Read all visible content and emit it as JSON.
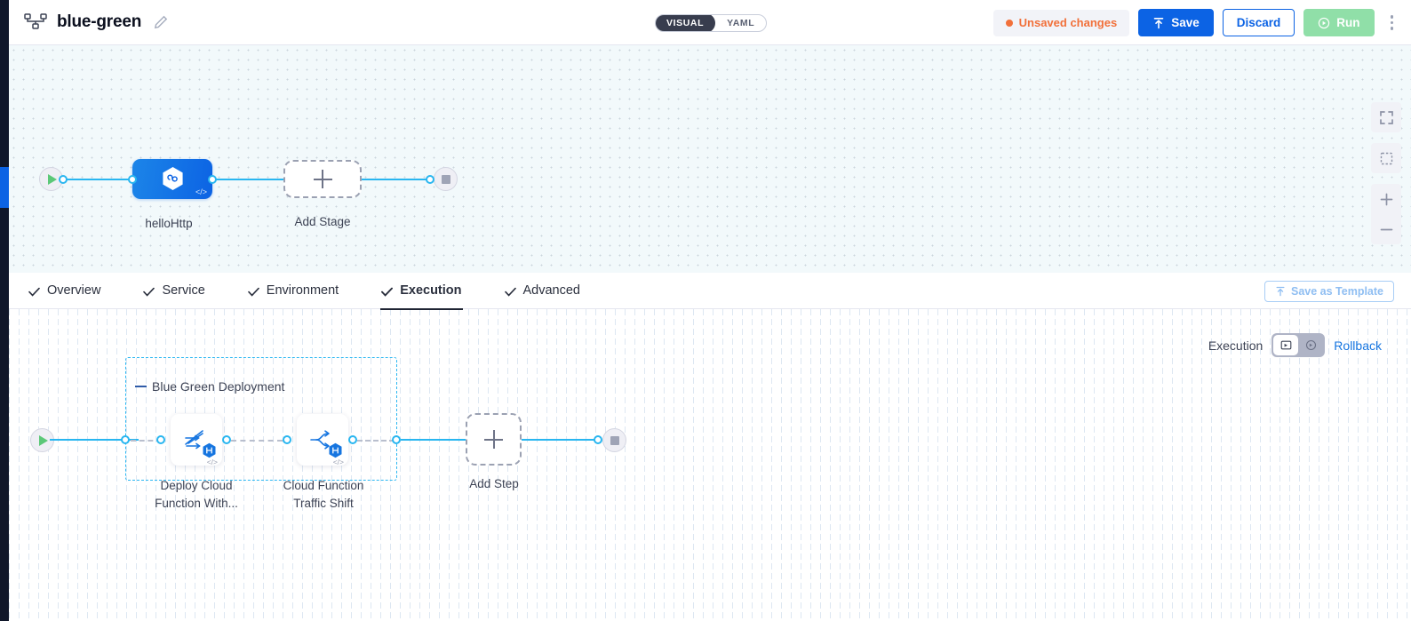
{
  "header": {
    "pipeline_icon": "pipeline-nodes-icon",
    "title": "blue-green",
    "edit_icon": "pencil-icon",
    "mode_toggle": {
      "options": [
        "VISUAL",
        "YAML"
      ],
      "selected": "VISUAL"
    },
    "unsaved_label": "Unsaved changes",
    "unsaved_color": "#F2703A",
    "save_label": "Save",
    "discard_label": "Discard",
    "run_label": "Run",
    "more_icon": "kebab-menu-icon"
  },
  "top_canvas": {
    "start_node": "start-node",
    "end_node": "end-node",
    "stage": {
      "label": "helloHttp",
      "icon": "hexagon-infinity-icon",
      "code_mark": "</>"
    },
    "add_stage": {
      "label": "Add Stage",
      "icon": "plus-icon"
    },
    "controls": [
      {
        "name": "fullscreen-icon"
      },
      {
        "name": "selection-box-icon"
      },
      {
        "name": "zoom-in-icon"
      },
      {
        "name": "zoom-out-icon"
      }
    ]
  },
  "tabs": {
    "items": [
      {
        "label": "Overview",
        "active": false
      },
      {
        "label": "Service",
        "active": false
      },
      {
        "label": "Environment",
        "active": false
      },
      {
        "label": "Execution",
        "active": true
      },
      {
        "label": "Advanced",
        "active": false
      }
    ],
    "save_template_label": "Save as Template",
    "save_template_icon": "upload-icon"
  },
  "bottom_canvas": {
    "exec_label": "Execution",
    "rollback_label": "Rollback",
    "toggle": {
      "left_icon": "execution-flow-icon",
      "right_icon": "rollback-arrow-icon",
      "selected": "left"
    },
    "group": {
      "title": "Blue Green Deployment",
      "steps": [
        {
          "label_line1": "Deploy Cloud",
          "label_line2": "Function With...",
          "icon": "deploy-function-icon",
          "badge": "harness-hex-badge",
          "code_mark": "</>"
        },
        {
          "label_line1": "Cloud Function",
          "label_line2": "Traffic Shift",
          "icon": "traffic-split-icon",
          "badge": "harness-hex-badge",
          "code_mark": "</>"
        }
      ]
    },
    "add_step": {
      "label": "Add Step",
      "icon": "plus-icon"
    },
    "start_node": "start-node",
    "end_node": "end-node"
  },
  "colors": {
    "accent_blue": "#0C63E4",
    "edge_blue": "#29B6F0",
    "warning_orange": "#F2703A",
    "run_green": "#90DFA8",
    "rail_dark": "#10172A"
  }
}
